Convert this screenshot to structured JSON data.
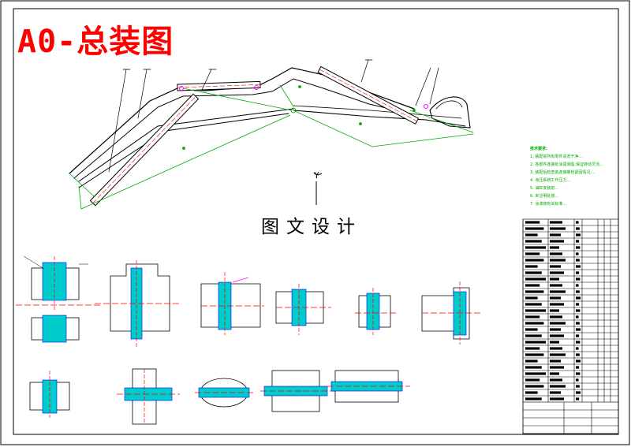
{
  "drawing": {
    "title": "A0-总装图",
    "watermark": "图文设计",
    "ucs_label": "Y"
  },
  "notes": {
    "header": "技术要求:",
    "lines": [
      "1. 装配前所有零件清洗干净...",
      "2. 各部件连接处涂润滑脂,保证转动灵活...",
      "3. 装配后检查各连接螺栓紧固情况,...",
      "4. 液压系统工作压力...",
      "5. 油缸安装前...",
      "6. 未注明处按...",
      "7. 涂漆按有关标准..."
    ]
  },
  "colors": {
    "title": "#ff0000",
    "linework": "#000000",
    "dimension": "#00aa00",
    "section": "#00cccc",
    "leader": "#ff00ff",
    "centerline": "#ff0000"
  }
}
